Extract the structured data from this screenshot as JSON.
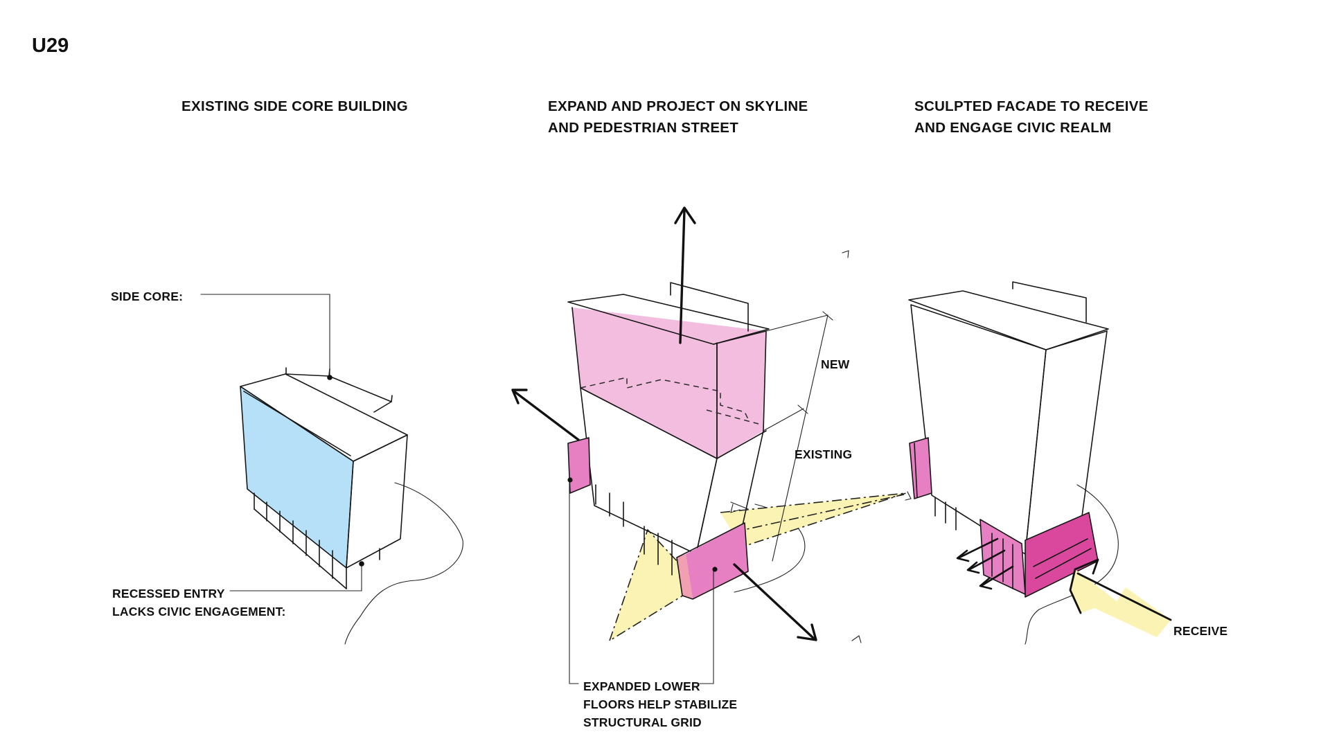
{
  "sheet": {
    "id": "U29"
  },
  "panels": [
    {
      "title_lines": [
        "EXISTING SIDE CORE BUILDING"
      ]
    },
    {
      "title_lines": [
        "EXPAND AND PROJECT ON SKYLINE",
        "AND PEDESTRIAN STREET"
      ]
    },
    {
      "title_lines": [
        "SCULPTED FACADE TO RECEIVE",
        "AND ENGAGE CIVIC REALM"
      ]
    }
  ],
  "labels": {
    "side_core": "SIDE CORE:",
    "recessed_entry_lines": [
      "RECESSED ENTRY",
      "LACKS CIVIC ENGAGEMENT:"
    ],
    "new": "NEW",
    "existing": "EXISTING",
    "expanded_lower_lines": [
      "EXPANDED LOWER",
      "FLOORS HELP STABILIZE",
      "STRUCTURAL GRID"
    ],
    "receive": "RECEIVE"
  },
  "colors": {
    "existing_facade": "#b6e0f7",
    "new_volume": "#f3bde0",
    "podium": "#e77fc3",
    "podium_dark": "#d9489c",
    "projection": "#fbf3b3",
    "ink": "#161616"
  }
}
